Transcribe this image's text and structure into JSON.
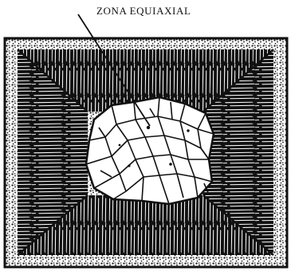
{
  "figure": {
    "callout_label": "ZONA EQUIAXIAL",
    "regions": [
      "chill-zone",
      "columnar-zone",
      "equiaxed-zone"
    ]
  },
  "colors": {
    "ink": "#111111",
    "paper": "#ffffff"
  }
}
